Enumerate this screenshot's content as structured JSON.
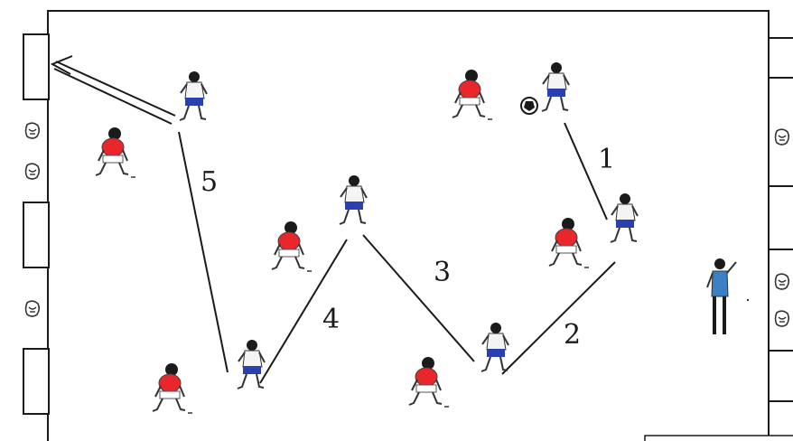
{
  "pass_numbers": [
    "1",
    "2",
    "3",
    "4",
    "5"
  ],
  "team_colors": {
    "attacker_shirt": "#f4f4f4",
    "attacker_shorts": "#2a3fb0",
    "defender_shirt": "#e8262c",
    "defender_shorts": "#ffffff",
    "coach_shirt": "#3b7fc4",
    "line": "#1a1a1a"
  },
  "icons": {
    "ball": "football-icon",
    "cone": "cone-icon",
    "goal": "mini-goal-icon"
  }
}
